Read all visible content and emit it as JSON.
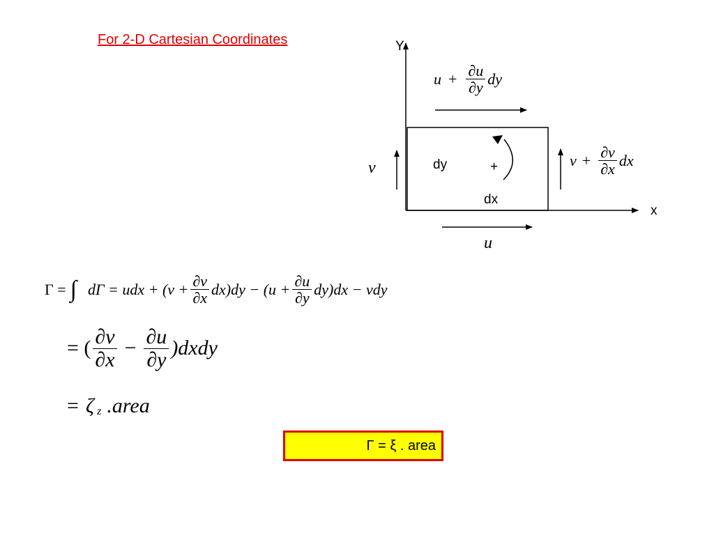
{
  "title": "For 2-D Cartesian Coordinates",
  "diagram": {
    "axis_y": "Y",
    "axis_x": "x",
    "label_dy": "dy",
    "label_dx": "dx",
    "label_plus": "+",
    "top_u": "u",
    "top_plus": "+",
    "top_num": "∂u",
    "top_den": "∂y",
    "top_tail": "dy",
    "left_v": "v",
    "right_v": "v",
    "right_plus": "+",
    "right_num": "∂v",
    "right_den": "∂x",
    "right_tail": "dx",
    "bottom_u": "u"
  },
  "eq1": {
    "lhs": "Γ =",
    "integral": "∫",
    "mid": "dΓ = udx + (v +",
    "f1_num": "∂v",
    "f1_den": "∂x",
    "mid2": "dx)dy − (u +",
    "f2_num": "∂u",
    "f2_den": "∂y",
    "tail": "dy)dx − vdy"
  },
  "eq2": {
    "lhs": "= (",
    "f1_num": "∂v",
    "f1_den": "∂x",
    "minus": "−",
    "f2_num": "∂u",
    "f2_den": "∂y",
    "tail": ")dxdy"
  },
  "eq3": {
    "eq": "=",
    "zeta": "ζ",
    "sub": "z",
    "tail": ".area"
  },
  "result": "Γ = ξ . area"
}
